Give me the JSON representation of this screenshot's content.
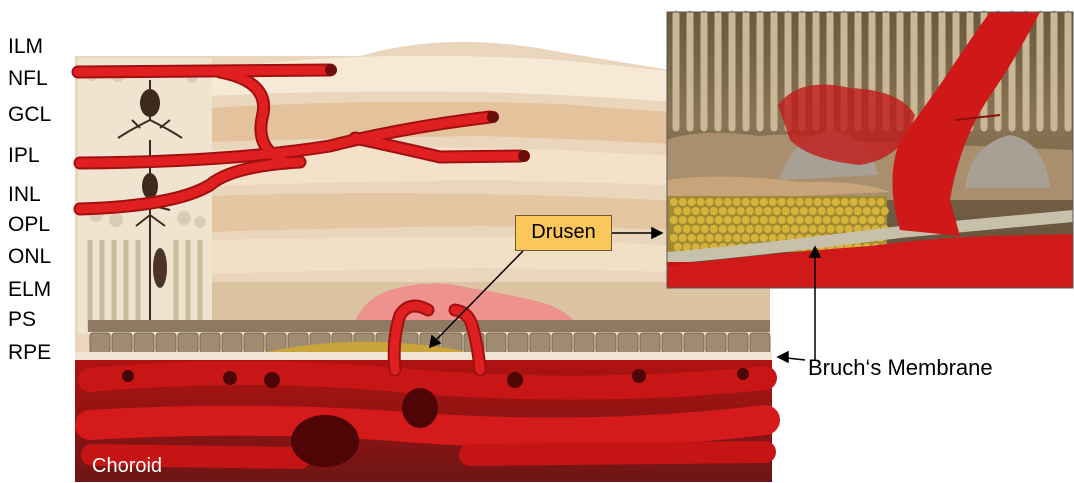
{
  "layers": [
    "ILM",
    "NFL",
    "GCL",
    "IPL",
    "INL",
    "OPL",
    "ONL",
    "ELM",
    "PS",
    "RPE"
  ],
  "callouts": {
    "drusen": "Drusen",
    "bruch": "Bruch‘s Membrane",
    "choroid": "Choroid"
  },
  "colors": {
    "vessel": "#d01818",
    "vessel_dark": "#8e0c0c",
    "drusen_box": "#fbc75a",
    "drusen_deposit": "#c9b030",
    "rpe": "#a08a70",
    "retina_light": "#f3e3cc",
    "retina_mid": "#e6c9a4",
    "neovascular": "#f08a8a"
  }
}
